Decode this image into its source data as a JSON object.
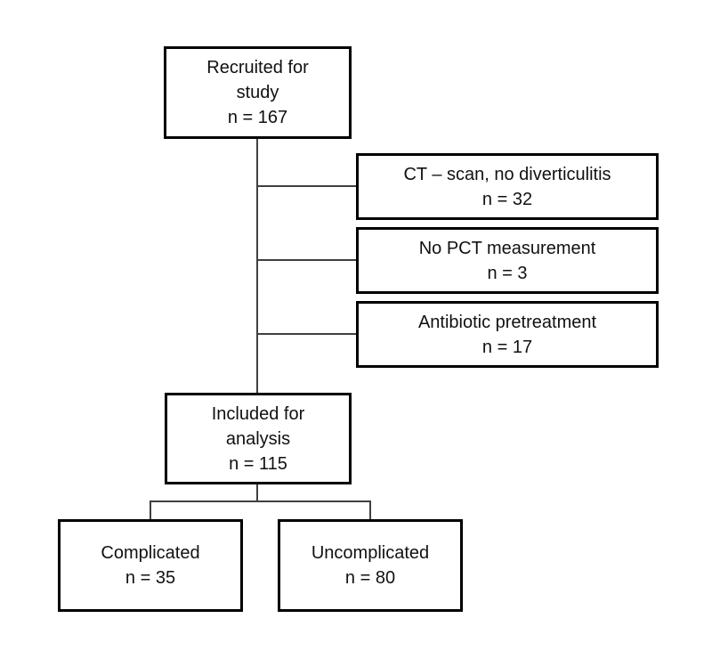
{
  "diagram": {
    "type": "flowchart",
    "background_color": "#ffffff",
    "box_border_color": "#000000",
    "connector_color": "#404040",
    "text_color": "#111111",
    "nodes": [
      {
        "id": "recruited",
        "label": "Recruited for study",
        "n": 167,
        "lines": [
          "Recruited for",
          "study",
          "n = 167"
        ]
      },
      {
        "id": "excl-ct-scan",
        "label": "CT – scan, no diverticulitis",
        "n": 32,
        "lines": [
          "CT – scan, no diverticulitis",
          "n = 32"
        ]
      },
      {
        "id": "excl-no-pct",
        "label": "No PCT measurement",
        "n": 3,
        "lines": [
          "No PCT measurement",
          "n = 3"
        ]
      },
      {
        "id": "excl-antibiotic",
        "label": "Antibiotic pretreatment",
        "n": 17,
        "lines": [
          "Antibiotic pretreatment",
          "n = 17"
        ]
      },
      {
        "id": "included",
        "label": "Included for analysis",
        "n": 115,
        "lines": [
          "Included for",
          "analysis",
          "n = 115"
        ]
      },
      {
        "id": "complicated",
        "label": "Complicated",
        "n": 35,
        "lines": [
          "Complicated",
          "n = 35"
        ]
      },
      {
        "id": "uncomplicated",
        "label": "Uncomplicated",
        "n": 80,
        "lines": [
          "Uncomplicated",
          "n = 80"
        ]
      }
    ]
  }
}
